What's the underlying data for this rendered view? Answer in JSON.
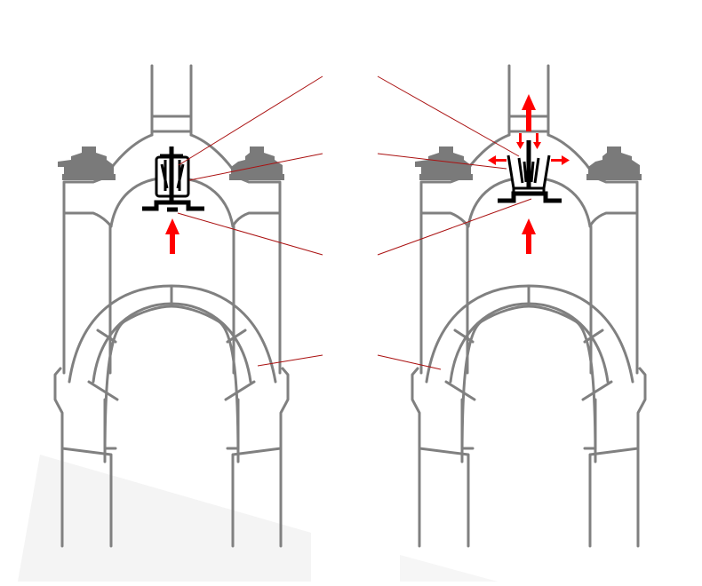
{
  "colors": {
    "background": "#ffffff",
    "fork_outline": "#808080",
    "fork_cap": "#7a7a7a",
    "valve_outline": "#000000",
    "callout_line": "#aa1111",
    "arrow": "#ff0000",
    "shadow": "#f2f2f2"
  },
  "diagram": {
    "panels": [
      {
        "name": "left-fork",
        "state": "air-flow-in",
        "arrows": [
          "upward-arrow"
        ]
      },
      {
        "name": "right-fork",
        "state": "valve-open",
        "arrows": [
          "upward-arrow-below",
          "upward-arrow-above",
          "inward-arrows",
          "side-arrows"
        ]
      }
    ],
    "callout_count": 4,
    "icons": [
      "fork-crown",
      "valve-cap",
      "fork-arch",
      "callout-line",
      "red-arrow"
    ]
  }
}
